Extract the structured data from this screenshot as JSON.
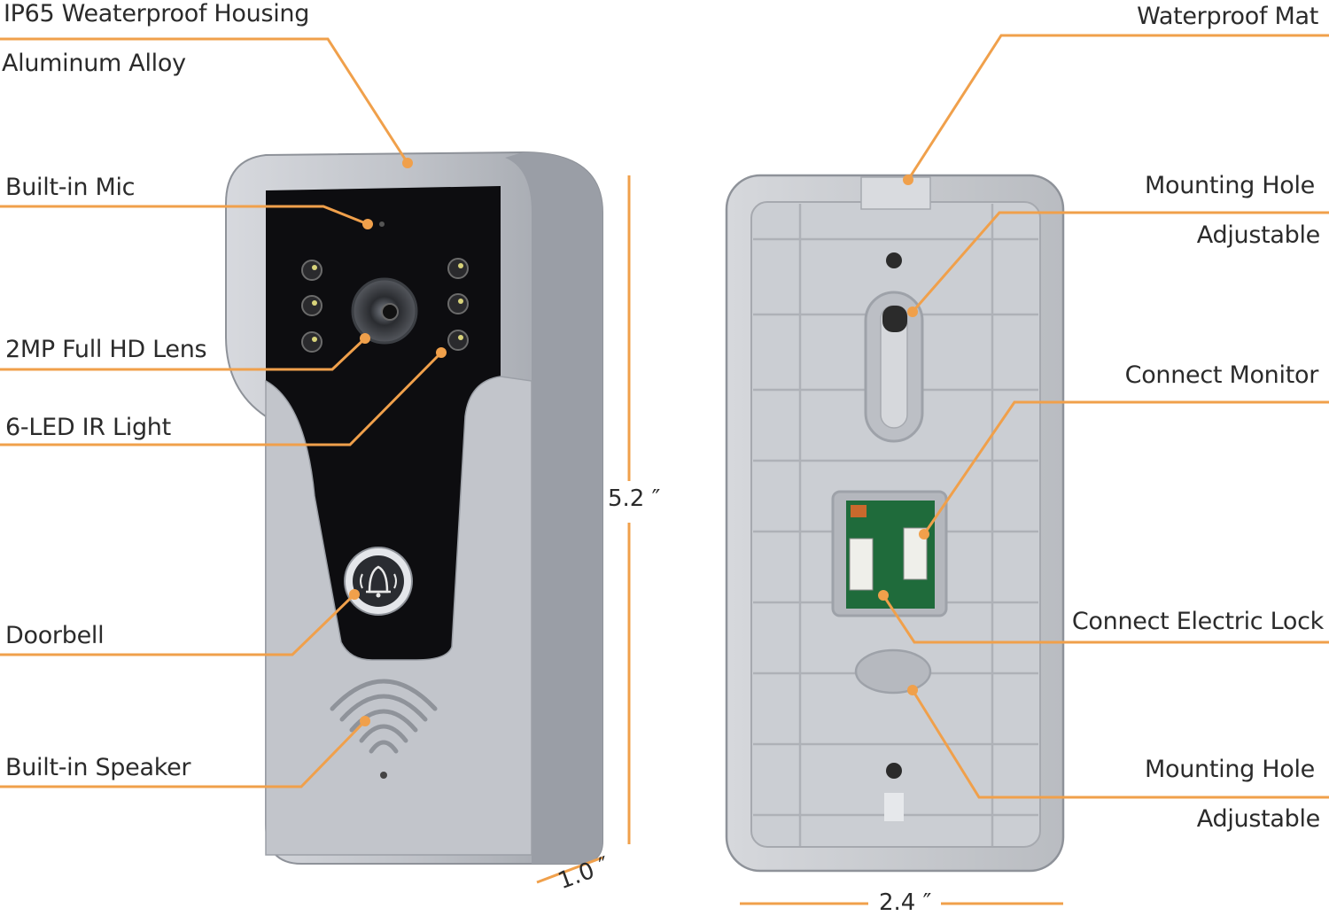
{
  "colors": {
    "accent": "#f0a04b",
    "housing": "#b9bcc3",
    "panel": "#0d0d10",
    "plate": "#c7cacf"
  },
  "labels": {
    "housing": "IP65 Weaterproof Housing",
    "alloy": "Aluminum Alloy",
    "mic": "Built-in Mic",
    "lens": "2MP Full HD Lens",
    "ir": "6-LED IR Light",
    "doorbell": "Doorbell",
    "speaker": "Built-in Speaker",
    "mat": "Waterproof Mat",
    "mount1": "Mounting Hole",
    "adjust1": "Adjustable",
    "monitor": "Connect Monitor",
    "lock": "Connect Electric Lock",
    "mount2": "Mounting Hole",
    "adjust2": "Adjustable"
  },
  "dimensions": {
    "height": "5.2 ″",
    "depth": "1.0 ″",
    "width": "2.4 ″"
  },
  "icons": [
    "bell-icon",
    "speaker-grille-icon",
    "camera-lens-icon",
    "ir-led-icon"
  ]
}
